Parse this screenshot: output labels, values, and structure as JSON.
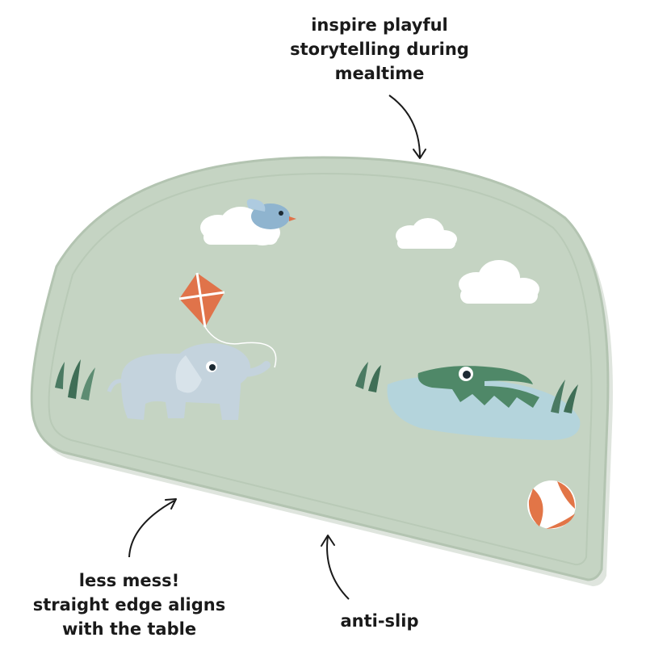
{
  "captions": {
    "storytelling": [
      "inspire playful",
      "storytelling during",
      "mealtime"
    ],
    "less_mess": [
      "less mess!",
      "straight edge aligns",
      "with the table"
    ],
    "anti_slip": "anti-slip"
  },
  "colors": {
    "mat": "#c5d4c3",
    "mat_edge": "#b3c4b1",
    "cloud": "#ffffff",
    "elephant": "#c4d3dd",
    "crocodile": "#4f8868",
    "water": "#b4d4dc",
    "kite": "#e0734a",
    "ball": "#e27547",
    "grass": "#4a7a62",
    "bird": "#8fb4cf",
    "text": "#1a1a1a"
  },
  "icons": [
    "arrow-icon",
    "cloud-icon",
    "bird-icon",
    "kite-icon",
    "elephant-icon",
    "crocodile-icon",
    "ball-icon",
    "grass-icon"
  ]
}
